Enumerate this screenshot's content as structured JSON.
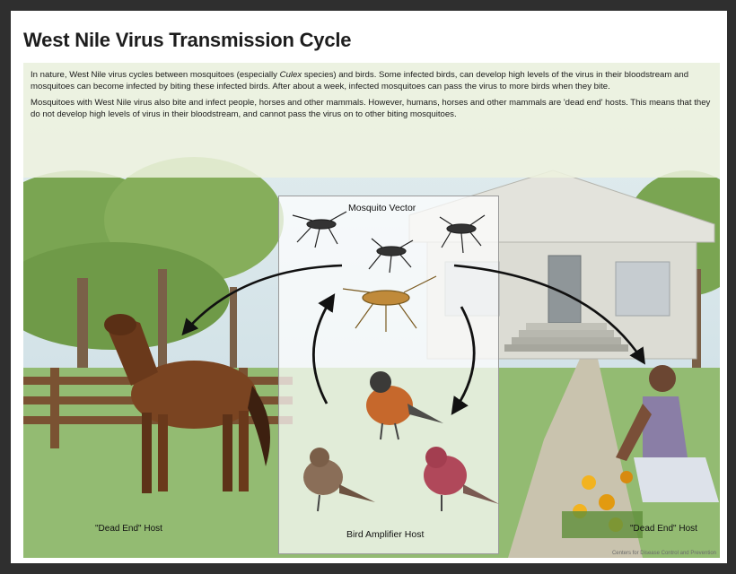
{
  "title": "West Nile Virus Transmission Cycle",
  "intro": {
    "p1_a": "In nature, West Nile virus cycles between mosquitoes (especially ",
    "p1_italic": "Culex",
    "p1_b": " species) and birds.  Some infected birds, can develop high levels of the virus in their bloodstream and mosquitoes can become infected by biting these infected birds. After about a week, infected mosquitoes can pass the virus to more birds when they bite.",
    "p2": "Mosquitoes with West Nile virus also bite and infect people, horses and other mammals. However, humans, horses and other mammals are 'dead end' hosts.  This means that they do not develop high levels of virus in their bloodstream, and cannot pass the virus on to other biting mosquitoes."
  },
  "labels": {
    "mosquito_vector": "Mosquito Vector",
    "bird_amplifier_host": "Bird Amplifier Host",
    "horse_dead_end": "\"Dead End\" Host",
    "person_dead_end": "\"Dead End\" Host"
  },
  "credit": "Centers for Disease Control and Prevention",
  "colors": {
    "sky": "#cfe0e8",
    "grass": "#8fb870",
    "foliage": "#6f9a48",
    "house": "#d7d7cf",
    "horse": "#6e3d1d",
    "arrow": "#111111",
    "panel_border": "#9a9a9a"
  },
  "icons": [
    "mosquito-icon",
    "robin-icon",
    "sparrow-icon",
    "finch-icon",
    "horse-icon",
    "gardener-icon",
    "flower-icon"
  ]
}
